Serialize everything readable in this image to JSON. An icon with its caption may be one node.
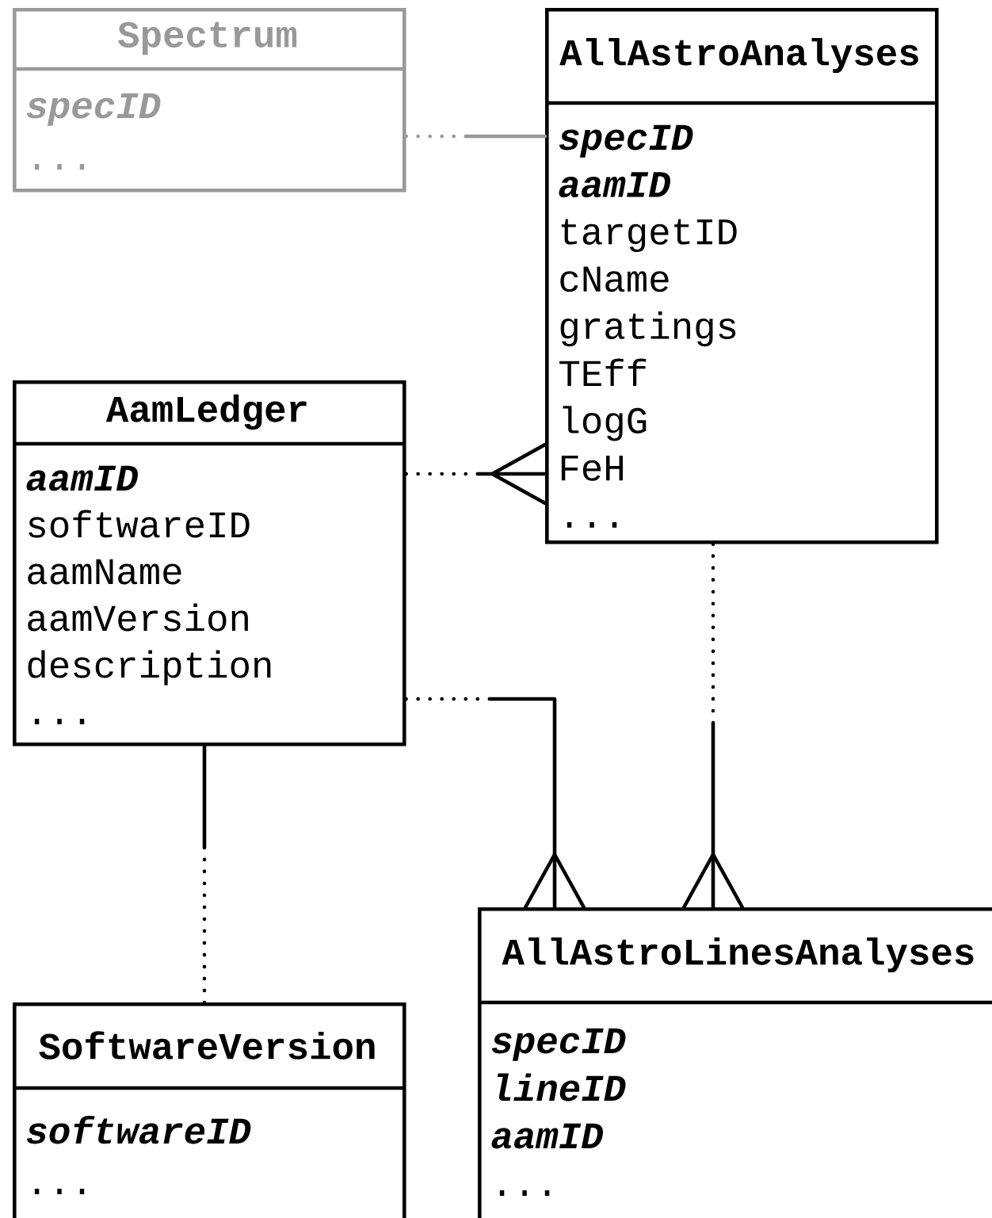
{
  "diagram": {
    "nodes": [
      {
        "text": [
          "Spectrum",
          "specID",
          "..."
        ]
      },
      {
        "text": [
          "AllAstroAnalyses",
          "specID",
          "aamID",
          "targetID",
          "cName",
          "gratings",
          "TEff",
          "logG",
          "FeH",
          "..."
        ]
      },
      {
        "text": [
          "AamLedger",
          "aamID",
          "softwareID",
          "aamName",
          "aamVersion",
          "description",
          "..."
        ]
      },
      {
        "text": [
          "AllAstroLinesAnalyses",
          "specID",
          "lineID",
          "aamID",
          "..."
        ]
      },
      {
        "text": [
          "SoftwareVersion",
          "softwareID",
          "..."
        ]
      }
    ],
    "edges": [
      {
        "from": 0,
        "to": 1,
        "arrow": "none",
        "style": "dashed",
        "color": "#999999"
      },
      {
        "from": 2,
        "to": 1,
        "arrow": "other",
        "style": "dashed"
      },
      {
        "from": 2,
        "to": 3,
        "arrow": "other",
        "style": "dashed"
      },
      {
        "from": 1,
        "to": 3,
        "arrow": "other",
        "style": "dashed"
      },
      {
        "from": 4,
        "to": 2,
        "arrow": "none",
        "style": "dashed"
      }
    ]
  }
}
